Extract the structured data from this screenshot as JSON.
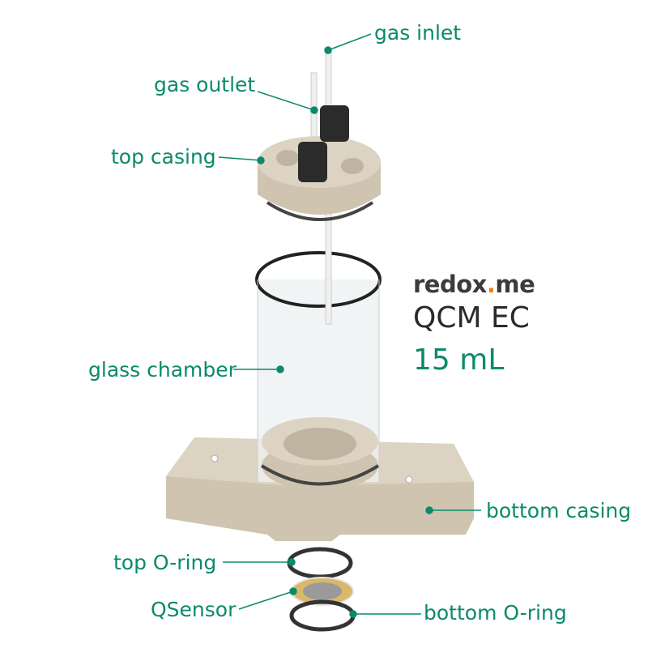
{
  "brand": {
    "logo_text_a": "redox",
    "logo_dot": ".",
    "logo_text_b": "me",
    "model": "QCM EC",
    "volume": "15 mL"
  },
  "labels": {
    "gas_inlet": "gas inlet",
    "gas_outlet": "gas outlet",
    "top_casing": "top casing",
    "glass_chamber": "glass chamber",
    "bottom_casing": "bottom casing",
    "top_oring": "top O-ring",
    "qsensor": "QSensor",
    "bottom_oring": "bottom O-ring"
  },
  "colors": {
    "accent": "#0a8a6a",
    "logo_dot": "#f07d1a",
    "casing": "#d6cbb8"
  }
}
